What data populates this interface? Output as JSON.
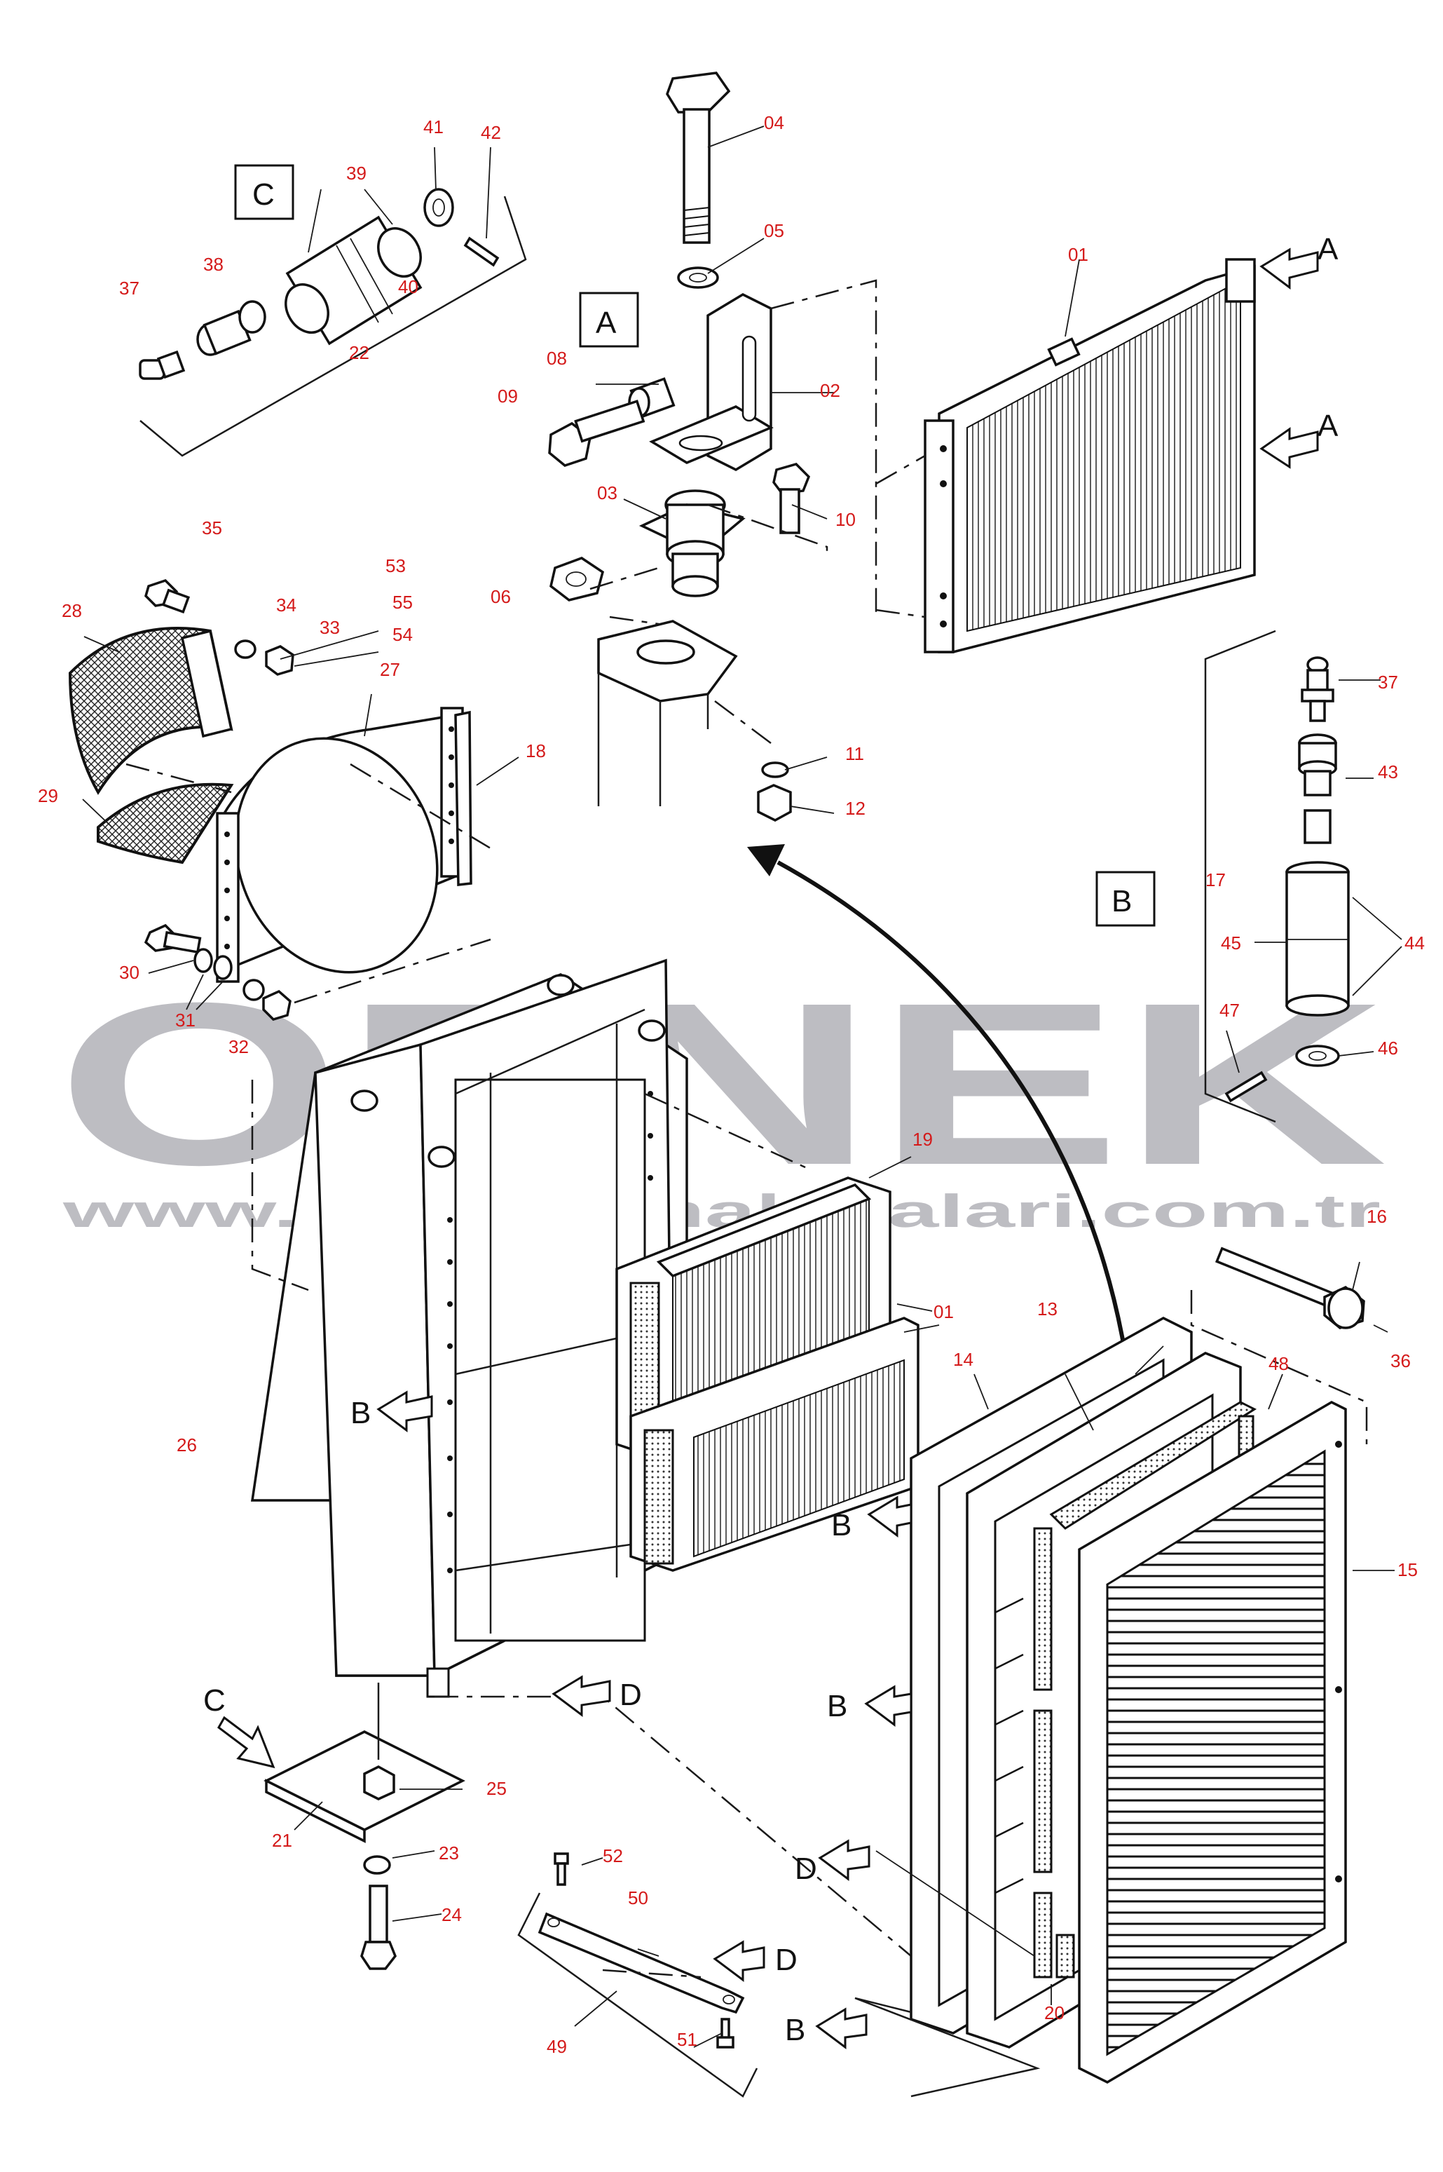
{
  "watermark": {
    "brand": "ORNEK",
    "url": "www.ornekismakinalari.com.tr"
  },
  "view_boxes": {
    "a": "A",
    "b": "B",
    "c": "C"
  },
  "arrow_letters": {
    "a1": "A",
    "a2": "A",
    "b_left": "B",
    "b_mid1": "B",
    "b_mid2": "B",
    "b_bottom": "B",
    "c": "C",
    "d1": "D",
    "d2": "D",
    "d3": "D"
  },
  "callouts": {
    "c01a": "01",
    "c01b": "01",
    "c02": "02",
    "c03": "03",
    "c04": "04",
    "c05": "05",
    "c06": "06",
    "c08": "08",
    "c09": "09",
    "c10": "10",
    "c11": "11",
    "c12": "12",
    "c13": "13",
    "c14": "14",
    "c15": "15",
    "c16": "16",
    "c17": "17",
    "c18": "18",
    "c19": "19",
    "c20": "20",
    "c21": "21",
    "c22": "22",
    "c23": "23",
    "c24": "24",
    "c25": "25",
    "c26": "26",
    "c27": "27",
    "c28": "28",
    "c29": "29",
    "c30": "30",
    "c31": "31",
    "c32": "32",
    "c33": "33",
    "c34": "34",
    "c35": "35",
    "c36": "36",
    "c37a": "37",
    "c37b": "37",
    "c38": "38",
    "c39": "39",
    "c40": "40",
    "c41": "41",
    "c42": "42",
    "c43": "43",
    "c44": "44",
    "c45": "45",
    "c46": "46",
    "c47": "47",
    "c48": "48",
    "c49": "49",
    "c50": "50",
    "c51": "51",
    "c52": "52",
    "c53": "53",
    "c54": "54",
    "c55": "55"
  }
}
